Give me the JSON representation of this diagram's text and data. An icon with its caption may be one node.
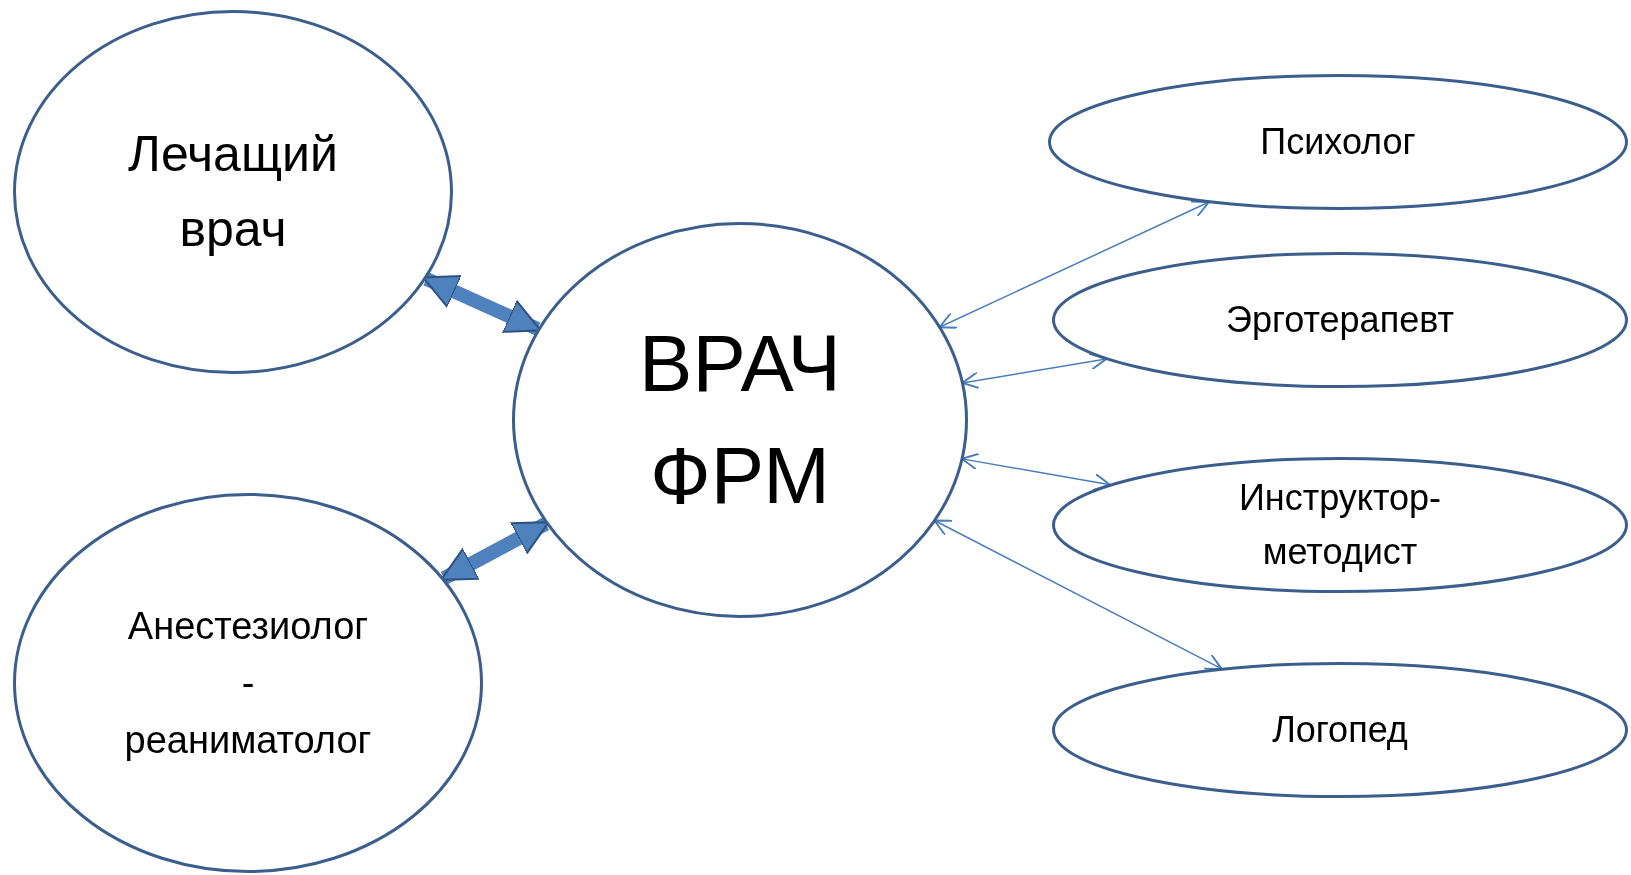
{
  "diagram": {
    "nodes": [
      {
        "text": [
          "Лечащий врач"
        ]
      },
      {
        "text": [
          "Анестезиолог - реаниматолог"
        ]
      },
      {
        "text": [
          "ВРАЧ ФРМ"
        ]
      },
      {
        "text": [
          "Психолог"
        ]
      },
      {
        "text": [
          "Эрготерапевт"
        ]
      },
      {
        "text": [
          "Инструктор- методист"
        ]
      },
      {
        "text": [
          "Логопед"
        ]
      }
    ],
    "edges": [
      {
        "from": 0,
        "to": 2,
        "arrow": "both",
        "style": "thick"
      },
      {
        "from": 1,
        "to": 2,
        "arrow": "both",
        "style": "thick"
      },
      {
        "from": 2,
        "to": 3,
        "arrow": "both"
      },
      {
        "from": 2,
        "to": 4,
        "arrow": "both"
      },
      {
        "from": 2,
        "to": 5,
        "arrow": "both"
      },
      {
        "from": 2,
        "to": 6,
        "arrow": "both"
      }
    ]
  }
}
